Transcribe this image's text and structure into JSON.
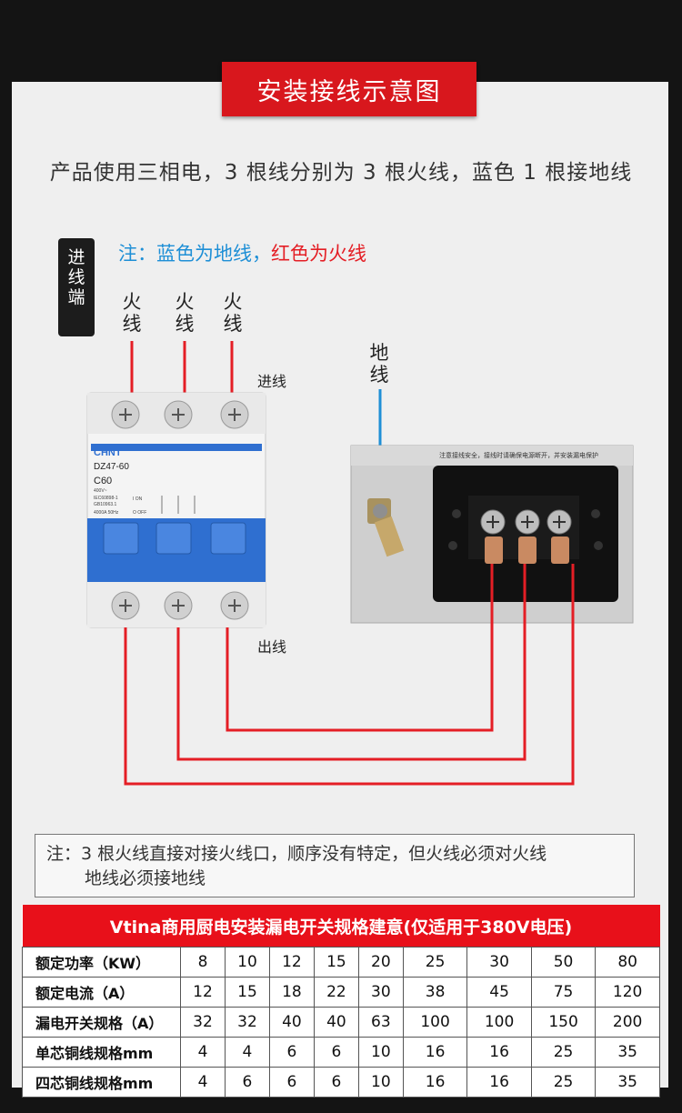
{
  "title": "安装接线示意图",
  "subtitle": "产品使用三相电，3 根线分别为 3 根火线，蓝色 1 根接地线",
  "side_tag": [
    "进",
    "线",
    "端"
  ],
  "color_note": {
    "blue_part": "注：蓝色为地线，",
    "red_part": "红色为火线"
  },
  "wire_labels": {
    "live": [
      "火",
      "线"
    ],
    "ground": [
      "地",
      "线"
    ]
  },
  "breaker": {
    "in_label": "进线",
    "out_label": "出线",
    "brand": "CHNT",
    "model": "DZ47-60",
    "rating": "C60",
    "voltage": "400V~",
    "std1": "IEC60898-1",
    "std2": "GB10963.1",
    "spec": "4000A 50Hz",
    "on": "I ON",
    "off": "O OFF"
  },
  "device_warning": "注意接线安全，接线时请确保电源断开，并安装漏电保护",
  "bottom_note": {
    "line1": "注：3 根火线直接对接火线口，顺序没有特定，但火线必须对火线",
    "line2": "地线必须接地线"
  },
  "spec_table": {
    "title": "Vtina商用厨电安装漏电开关规格建意(仅适用于380V电压)",
    "rows": [
      {
        "label": "额定功率（KW）",
        "values": [
          "8",
          "10",
          "12",
          "15",
          "20",
          "25",
          "30",
          "50",
          "80"
        ]
      },
      {
        "label": "额定电流（A）",
        "values": [
          "12",
          "15",
          "18",
          "22",
          "30",
          "38",
          "45",
          "75",
          "120"
        ]
      },
      {
        "label": "漏电开关规格（A）",
        "values": [
          "32",
          "32",
          "40",
          "40",
          "63",
          "100",
          "100",
          "150",
          "200"
        ]
      },
      {
        "label": "单芯铜线规格mm",
        "values": [
          "4",
          "4",
          "6",
          "6",
          "10",
          "16",
          "16",
          "25",
          "35"
        ]
      },
      {
        "label": "四芯铜线规格mm",
        "values": [
          "4",
          "6",
          "6",
          "6",
          "10",
          "16",
          "16",
          "25",
          "35"
        ]
      }
    ]
  },
  "colors": {
    "red": "#e41e25",
    "blue": "#1e8fd6",
    "breaker_blue": "#2f6fd0",
    "title_red": "#d8171d"
  }
}
